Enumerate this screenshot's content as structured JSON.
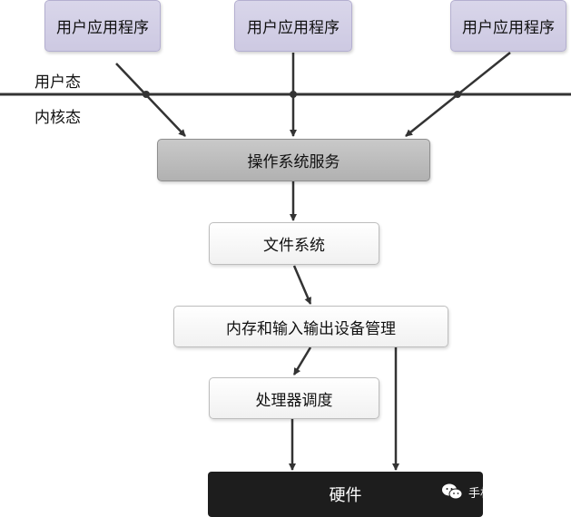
{
  "diagram": {
    "user_apps": [
      "用户应用程序",
      "用户应用程序",
      "用户应用程序"
    ],
    "user_mode_label": "用户态",
    "kernel_mode_label": "内核态",
    "os_services": "操作系统服务",
    "file_system": "文件系统",
    "memory_io": "内存和输入输出设备管理",
    "processor_scheduling": "处理器调度",
    "hardware": "硬件"
  },
  "watermark": {
    "text": "手机电脑黑客",
    "icon": "wechat-icon"
  },
  "colors": {
    "app_box": "#d5d2e8",
    "service_box": "#bdbdbd",
    "hardware_box": "#1d1d1d",
    "arrow": "#333333"
  }
}
